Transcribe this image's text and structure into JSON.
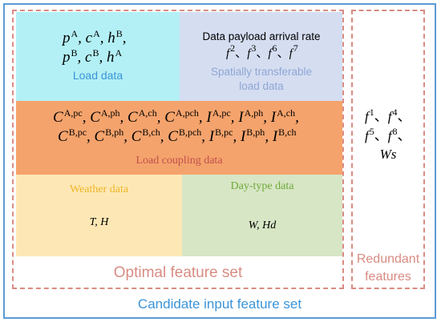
{
  "load_data": {
    "line1": [
      "p",
      "A",
      ", c",
      "A",
      ", h",
      "B",
      ","
    ],
    "line2": [
      "p",
      "B",
      ", c",
      "B",
      ", h",
      "A"
    ],
    "label": "Load data"
  },
  "transferable": {
    "title": "Data payload arrival rate",
    "vars": [
      "f",
      "2",
      "、",
      "f",
      "3",
      "、",
      "f",
      "6",
      "、",
      "f",
      "7"
    ],
    "label_line1": "Spatially transferable",
    "label_line2": "load data"
  },
  "coupling": {
    "line1": [
      "C",
      "A,pc",
      ", C",
      "A,ph",
      ", C",
      "A,ch",
      ", C",
      "A,pch",
      ", I",
      "A,pc",
      ", I",
      "A,ph",
      ", I",
      "A,ch",
      ","
    ],
    "line2": [
      "C",
      "B,pc",
      ", C",
      "B,ph",
      ", C",
      "B,ch",
      ", C",
      "B,pch",
      ", I",
      "B,pc",
      ", I",
      "B,ph",
      ", I",
      "B,ch"
    ],
    "label": "Load coupling data"
  },
  "weather": {
    "label": "Weather data",
    "vars": "T, H"
  },
  "daytype": {
    "label": "Day-type data",
    "vars": "W, Hd"
  },
  "optimal": {
    "label": "Optimal feature set"
  },
  "redundant": {
    "line1": [
      "f",
      "1",
      "、",
      "f",
      "4",
      "、"
    ],
    "line2": [
      "f",
      "5",
      "、",
      "f",
      "8",
      "、"
    ],
    "line3": "Ws",
    "label_line1": "Redundant",
    "label_line2": "features"
  },
  "candidate": {
    "label": "Candidate input feature set"
  }
}
